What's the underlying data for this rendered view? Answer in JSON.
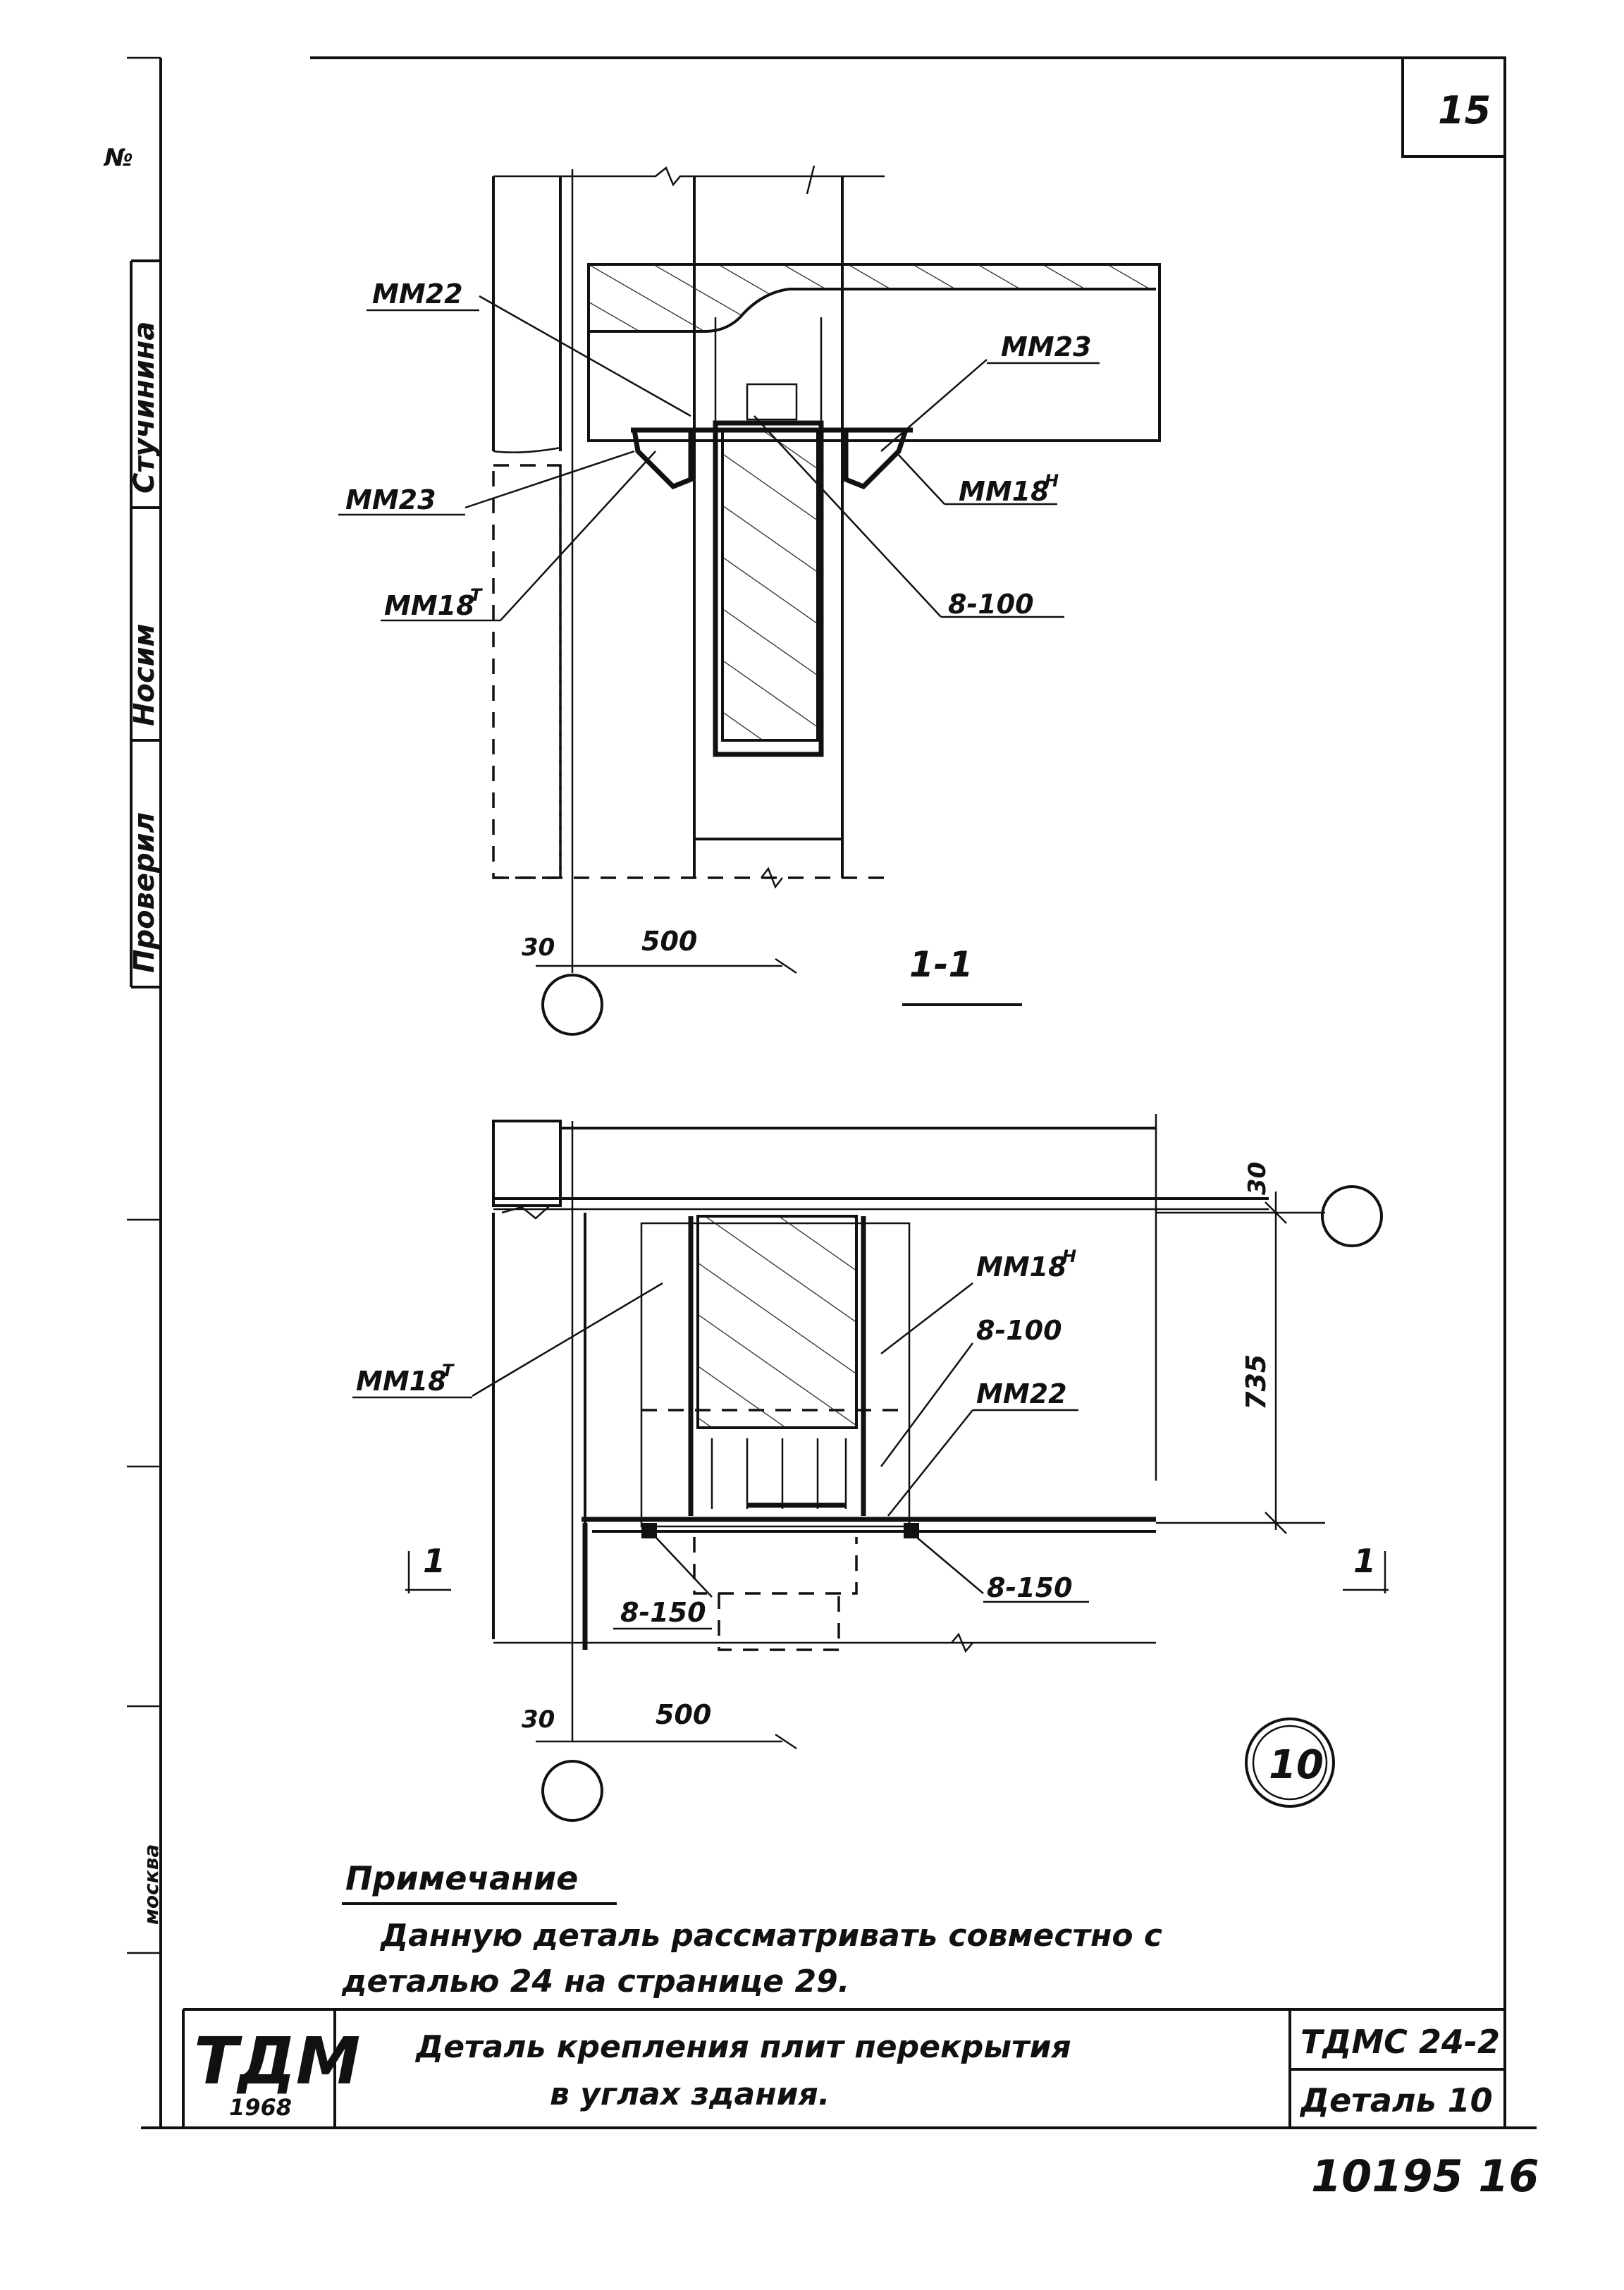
{
  "sheet": {
    "page_number": "15",
    "sheet_footer_number": "10195 16"
  },
  "side_stamp": {
    "no_label": "№",
    "stuchinina": "Стучинина",
    "nosenko": "Носим",
    "checked": "Проверил",
    "city": "москва"
  },
  "section_1_1": {
    "labels": {
      "mm22": "ММ22",
      "mm23_top": "ММ23",
      "mm23_left": "ММ23",
      "mm18n": "ММ18",
      "mm18n_sup": "Н",
      "mm18t": "ММ18",
      "mm18t_sup": "Т",
      "bolt": "8-100"
    },
    "dim_30": "30",
    "dim_500": "500",
    "section_title": "1-1"
  },
  "plan_view": {
    "labels": {
      "mm18n": "ММ18",
      "mm18n_sup": "Н",
      "bolt_100": "8-100",
      "mm22": "ММ22",
      "mm18t": "ММ18",
      "mm18t_sup": "Т",
      "bolt_150_left": "8-150",
      "bolt_150_right": "8-150"
    },
    "dim_30_top": "30",
    "dim_735": "735",
    "dim_30_bottom": "30",
    "dim_500": "500",
    "cut_mark": "1",
    "detail_number": "10"
  },
  "note": {
    "heading": "Примечание",
    "line1": "Данную деталь рассматривать совместно с",
    "line2": "деталью 24    на странице 29."
  },
  "title_block": {
    "logo": "ТДМ",
    "year": "1968",
    "title_line1": "Деталь крепления плит перекрытия",
    "title_line2": "в углах здания.",
    "code": "ТДМС 24-2",
    "detail": "Деталь 10"
  }
}
